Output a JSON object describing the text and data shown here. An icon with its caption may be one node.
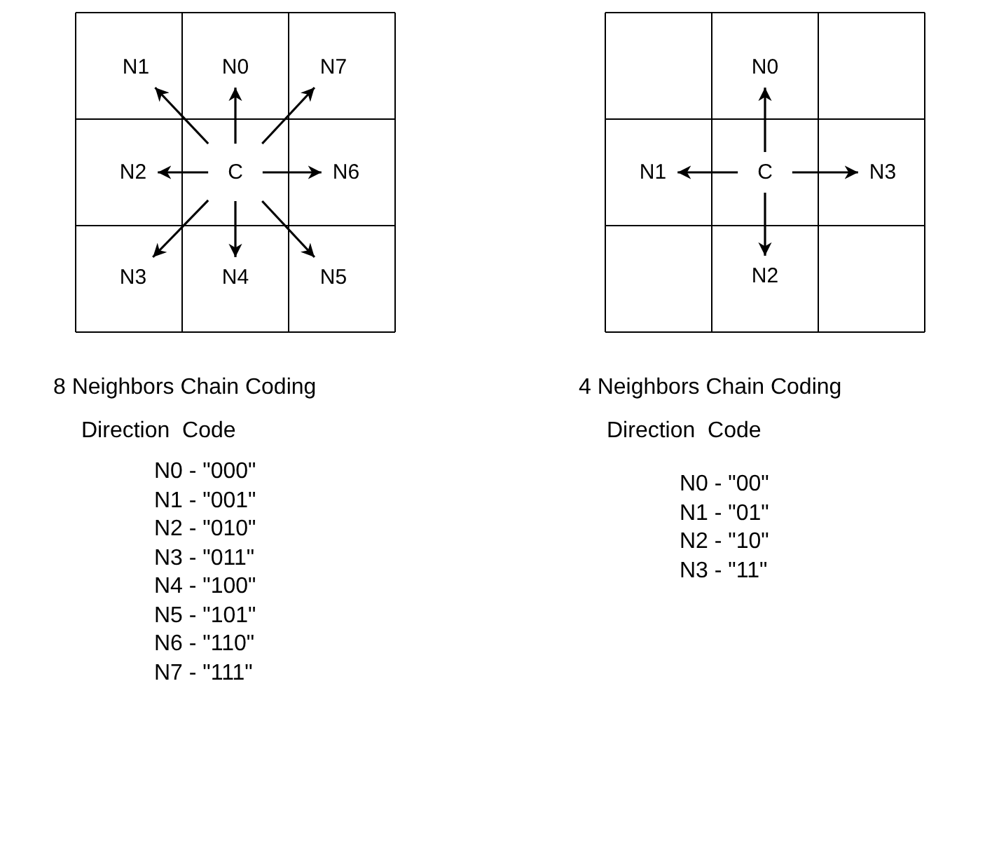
{
  "diagram": {
    "nodes": [
      {
        "text": [
          "N1"
        ]
      },
      {
        "text": [
          "N0"
        ]
      },
      {
        "text": [
          "N7"
        ]
      },
      {
        "text": [
          "N2"
        ]
      },
      {
        "text": [
          "C"
        ]
      },
      {
        "text": [
          "N6"
        ]
      },
      {
        "text": [
          "N3"
        ]
      },
      {
        "text": [
          "N4"
        ]
      },
      {
        "text": [
          "N5"
        ]
      },
      {
        "text": [
          "N0"
        ]
      },
      {
        "text": [
          "N1"
        ]
      },
      {
        "text": [
          "C"
        ]
      },
      {
        "text": [
          "N3"
        ]
      },
      {
        "text": [
          "N2"
        ]
      }
    ],
    "edges": [
      {
        "from": 4,
        "to": 0,
        "arrow": "to"
      },
      {
        "from": 4,
        "to": 1,
        "arrow": "to"
      },
      {
        "from": 4,
        "to": 2,
        "arrow": "to"
      },
      {
        "from": 4,
        "to": 3,
        "arrow": "to"
      },
      {
        "from": 4,
        "to": 5,
        "arrow": "to"
      },
      {
        "from": 4,
        "to": 6,
        "arrow": "to"
      },
      {
        "from": 4,
        "to": 7,
        "arrow": "to"
      },
      {
        "from": 4,
        "to": 8,
        "arrow": "to"
      },
      {
        "from": 11,
        "to": 9,
        "arrow": "to"
      },
      {
        "from": 11,
        "to": 10,
        "arrow": "to"
      },
      {
        "from": 11,
        "to": 12,
        "arrow": "to"
      },
      {
        "from": 11,
        "to": 13,
        "arrow": "to"
      }
    ],
    "labels": [
      "8 Neighbors Chain Coding",
      "4 Neighbors Chain Coding",
      "Direction  Code",
      "Direction  Code",
      "N0 - \"000\"",
      "N1 - \"001\"",
      "N2 - \"010\"",
      "N3 - \"011\"",
      "N4 - \"100\"",
      "N5 - \"101\"",
      "N6 - \"110\"",
      "N7 - \"111\"",
      "N0 - \"00\"",
      "N1 - \"01\"",
      "N2 - \"10\"",
      "N3 - \"11\""
    ]
  }
}
